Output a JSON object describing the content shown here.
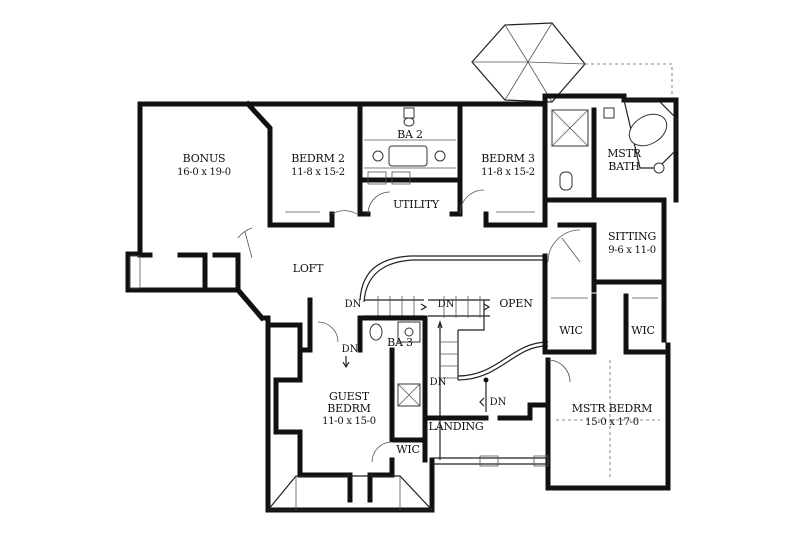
{
  "rooms": {
    "bonus": {
      "name": "BONUS",
      "dim": "16-0 x 19-0"
    },
    "bedrm2": {
      "name": "BEDRM 2",
      "dim": "11-8 x 15-2"
    },
    "ba2": {
      "name": "BA 2"
    },
    "utility": {
      "name": "UTILITY"
    },
    "bedrm3": {
      "name": "BEDRM 3",
      "dim": "11-8 x 15-2"
    },
    "mstr_bath": {
      "name_line1": "MSTR",
      "name_line2": "BATH"
    },
    "sitting": {
      "name": "SITTING",
      "dim": "9-6 x 11-0"
    },
    "loft": {
      "name": "LOFT"
    },
    "open": {
      "name": "OPEN"
    },
    "wic_left": {
      "name": "WIC"
    },
    "wic_right": {
      "name": "WIC"
    },
    "ba3": {
      "name": "BA 3"
    },
    "guest_bedrm": {
      "name_line1": "GUEST",
      "name_line2": "BEDRM",
      "dim": "11-0 x 15-0"
    },
    "wic_guest": {
      "name": "WIC"
    },
    "landing": {
      "name": "LANDING"
    },
    "mstr_bedrm": {
      "name": "MSTR BEDRM",
      "dim": "15-0 x 17-0"
    }
  },
  "stair_labels": {
    "dn_loft": "DN",
    "dn_center": "DN",
    "dn_ba3": "DN",
    "dn_landing_left": "DN",
    "dn_landing_right": "DN"
  }
}
